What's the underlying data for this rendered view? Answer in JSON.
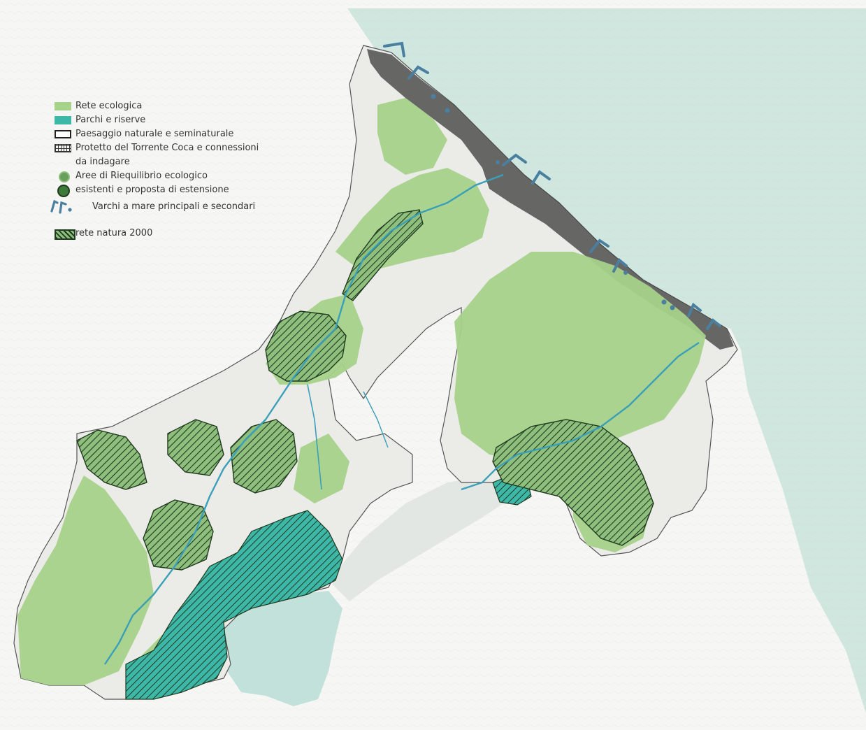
{
  "legend": {
    "items": [
      {
        "label": "Rete ecologica",
        "swatch_color": "#a6d28a"
      },
      {
        "label": "Parchi e riserve",
        "swatch_color": "#3db7a7"
      },
      {
        "label": "Paesaggio naturale e seminaturale"
      },
      {
        "label": "Protetto del Torrente Coca e connessioni",
        "label_cont": "da indagare"
      },
      {
        "label": "Aree di Riequilibrio ecologico"
      },
      {
        "label": "esistenti e proposta di estensione"
      },
      {
        "label": "Varchi a mare principali e secondari",
        "swatch_color": "#4a7fa0"
      },
      {
        "label": "rete natura 2000",
        "swatch_color": "#1f3a1f"
      }
    ]
  },
  "colors": {
    "sea": "#cfe7df",
    "land_base": "#f2f2ef",
    "municipality": "#e9e9e6",
    "rete_ecologica": "#a6d28a",
    "parchi": "#3db7a7",
    "parchi_light": "#b9ddd6",
    "natura2000": "#1f3a1f",
    "river": "#3a9fb8",
    "urban": "#2d2d2d",
    "varchi": "#4a7fa0"
  }
}
